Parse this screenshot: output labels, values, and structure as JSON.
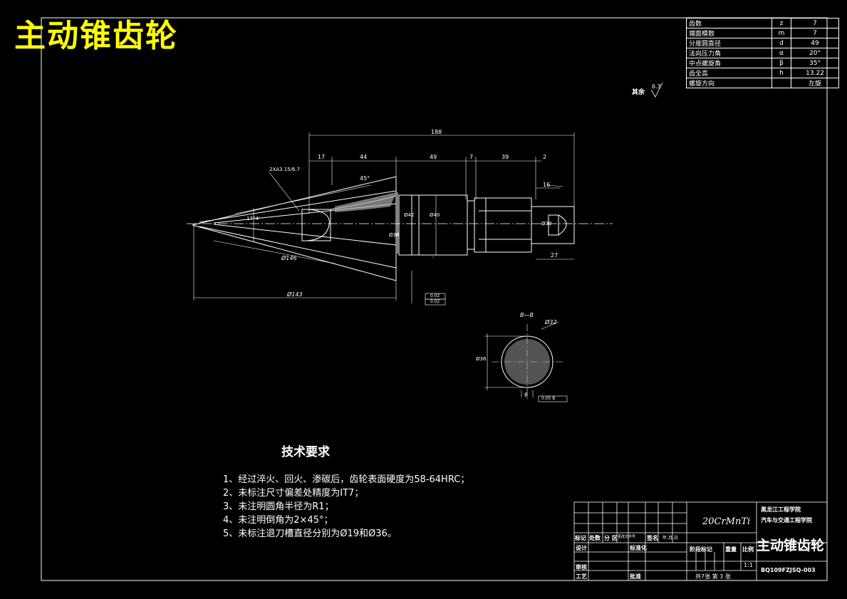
{
  "title": "主动锥齿轮",
  "params": [
    {
      "name": "齿数",
      "symbol": "z",
      "value": "7"
    },
    {
      "name": "端面模数",
      "symbol": "m",
      "value": "7"
    },
    {
      "name": "分度圆直径",
      "symbol": "d",
      "value": "49"
    },
    {
      "name": "法向压力角",
      "symbol": "α",
      "value": "20°"
    },
    {
      "name": "中点螺旋角",
      "symbol": "β",
      "value": "35°"
    },
    {
      "name": "齿全高",
      "symbol": "h",
      "value": "13.22"
    },
    {
      "name": "螺旋方向",
      "symbol": "",
      "value": "左旋"
    }
  ],
  "roughness_note": "其余",
  "roughness_value": "6.3",
  "dimensions": {
    "total_length": "188",
    "seg_17": "17",
    "seg_44": "44",
    "seg_49": "49",
    "seg_7": "7",
    "seg_39": "39",
    "seg_2": "2",
    "seg_16": "16",
    "seg_27": "27",
    "thread": "2XA3.15/6.7",
    "angle_45": "45°",
    "dia_143": "Ø143",
    "dia_146": "Ø146",
    "dia_40": "Ø40",
    "dia_42": "Ø42",
    "dia_38": "Ø38",
    "dia_30": "Ø30",
    "section_label": "B—B",
    "dia_32": "Ø32",
    "dia_36": "Ø36",
    "dim_6": "6",
    "angle_17": "17°4'",
    "tol_1": "0.02",
    "tol_2": "0.02",
    "tol_3": "0.05 B"
  },
  "tech": {
    "heading": "技术要求",
    "items": [
      "1、经过淬火、回火、渗碳后，齿轮表面硬度为58-64HRC；",
      "2、未标注尺寸偏差处精度为IT7；",
      "3、未注明圆角半径为R1；",
      "4、未注明倒角为2×45°；",
      "5、未标注退刀槽直径分别为Ø19和Ø36。"
    ]
  },
  "title_block": {
    "material": "20CrMnTi",
    "school1": "黑龙江工程学院",
    "school2": "汽车与交通工程学院",
    "part_name": "主动锥齿轮",
    "drawing_no": "BQ109FZJSQ-003",
    "scale": "1:1",
    "sheet": "共7张   第  3  张",
    "row_labels": {
      "biaoji": "标记",
      "chushu": "处数",
      "fenqu": "分 区",
      "gengai": "更改文件号",
      "qianming": "签名",
      "date": "年.月.日",
      "sheji": "设计",
      "biaozhunhua": "标准化",
      "shenhe": "审核",
      "gongyi": "工艺",
      "pizhun": "批准",
      "jieduan": "阶段标记",
      "zhongliang": "重量",
      "bili": "比例"
    }
  }
}
